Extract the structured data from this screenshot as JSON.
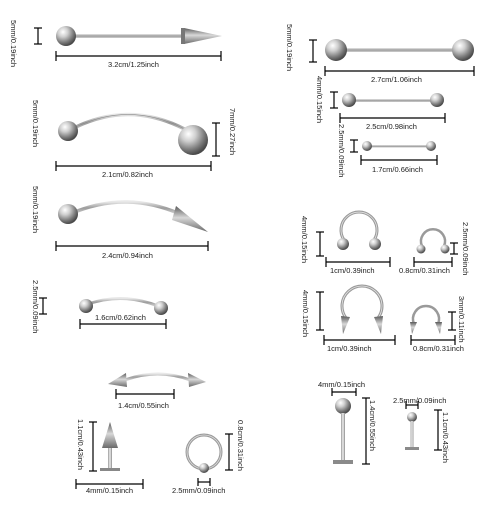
{
  "accent": "#000000",
  "metal_colors": {
    "light": "#f2f2f2",
    "mid": "#b5b5b5",
    "dark": "#6f6f6f"
  },
  "items": [
    {
      "name": "straight-barbell-spike-top-left",
      "labels": {
        "height": "5mm/0.19inch",
        "length": "3.2cm/1.25inch"
      }
    },
    {
      "name": "curved-barbell-balls",
      "labels": {
        "left": "5mm/0.19inch",
        "right": "7mm/0.27inch",
        "length": "2.1cm/0.82inch"
      }
    },
    {
      "name": "curved-barbell-spike",
      "labels": {
        "height": "5mm/0.19inch",
        "length": "2.4cm/0.94inch"
      }
    },
    {
      "name": "curved-barbell-small",
      "labels": {
        "height": "2.5mm/0.09inch",
        "length": "1.6cm/0.62inch"
      }
    },
    {
      "name": "curved-barbell-spike-small",
      "labels": {
        "length": "1.4cm/0.55inch"
      }
    },
    {
      "name": "labret-spike",
      "labels": {
        "height": "1.1cm/0.43inch",
        "width": "4mm/0.15inch"
      }
    },
    {
      "name": "captive-ring",
      "labels": {
        "diameter": "0.8cm/0.31inch",
        "ball": "2.5mm/0.09inch"
      }
    },
    {
      "name": "straight-barbell-large",
      "labels": {
        "height": "5mm/0.19inch",
        "length": "2.7cm/1.06inch"
      }
    },
    {
      "name": "straight-barbell-medium",
      "labels": {
        "height": "4mm/0.15inch",
        "length": "2.5cm/0.98inch"
      }
    },
    {
      "name": "straight-barbell-small",
      "labels": {
        "height": "2.5mm/0.09inch",
        "length": "1.7cm/0.66inch"
      }
    },
    {
      "name": "horseshoe-balls",
      "labels": {
        "height": "4mm/0.15inch",
        "width": "1cm/0.39inch"
      }
    },
    {
      "name": "horseshoe-small",
      "labels": {
        "height": "2.5mm/0.09inch",
        "width": "0.8cm/0.31inch"
      }
    },
    {
      "name": "horseshoe-spike",
      "labels": {
        "height": "4mm/0.15inch",
        "width": "1cm/0.39inch"
      }
    },
    {
      "name": "horseshoe-spike-small",
      "labels": {
        "height": "3mm/0.11inch",
        "width": "0.8cm/0.31inch"
      }
    },
    {
      "name": "labret-ball-large",
      "labels": {
        "ball": "4mm/0.15inch",
        "height": "1.4cm/0.55inch"
      }
    },
    {
      "name": "labret-ball-small",
      "labels": {
        "ball": "2.5mm/0.09inch",
        "height": "1.1cm/0.43inch"
      }
    }
  ]
}
